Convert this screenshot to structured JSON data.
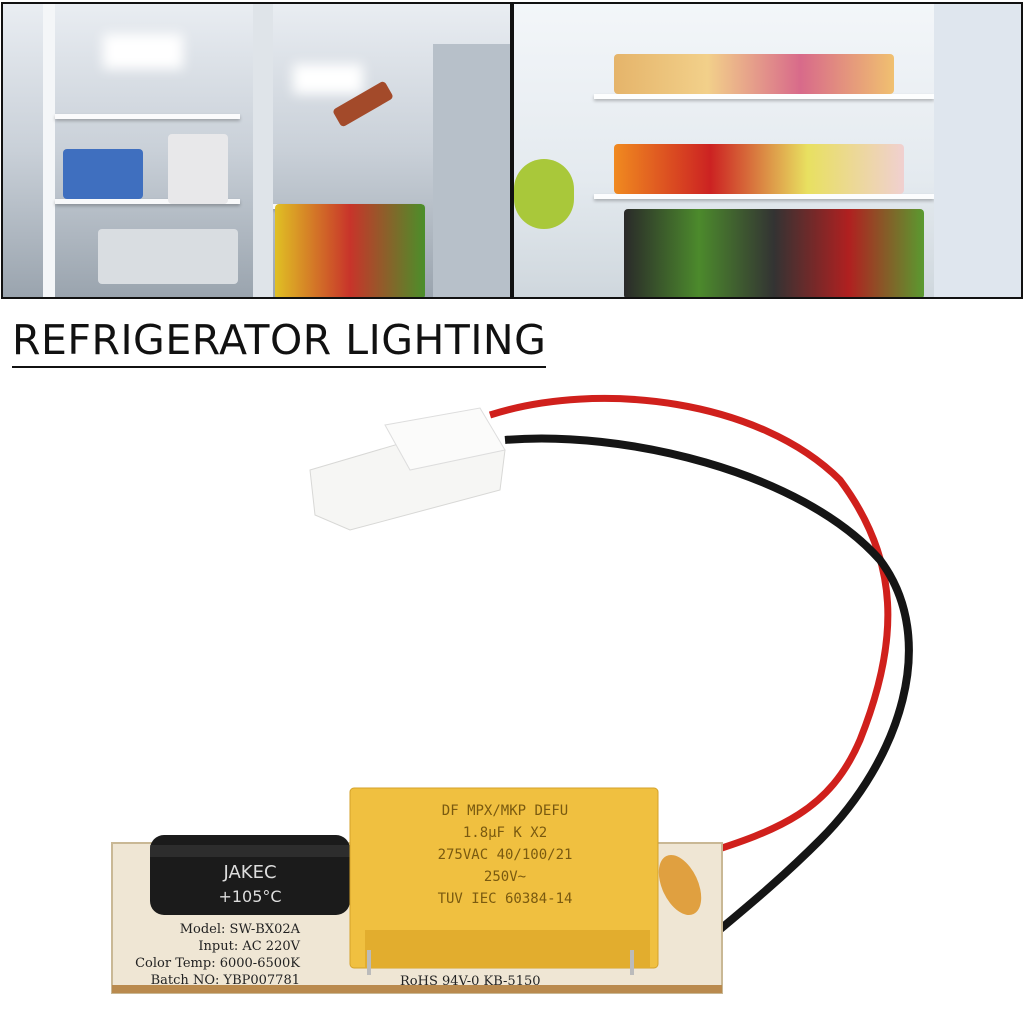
{
  "title": "REFRIGERATOR LIGHTING",
  "photos": [
    {
      "name": "fridge-interior-left"
    },
    {
      "name": "fridge-interior-right"
    }
  ],
  "product": {
    "electrolytic_capacitor": {
      "brand": "JAKEC",
      "rating": "+105°C"
    },
    "film_capacitor": {
      "lines": [
        "DF  MPX/MKP  DEFU",
        "1.8μF  K  X2",
        "275VAC  40/100/21",
        "250V~",
        "TUV IEC 60384-14"
      ]
    },
    "pcb_label": [
      "Model: SW-BX02A",
      "Input: AC 220V",
      "Color Temp: 6000-6500K",
      "Batch NO: YBP007781"
    ],
    "pcb_footer": "RoHS 94V-0 KB-5150",
    "colors": {
      "wire_red": "#d0201c",
      "wire_black": "#151515",
      "capacitor_yellow": "#f0c040",
      "pcb": "#efe6d4"
    }
  }
}
